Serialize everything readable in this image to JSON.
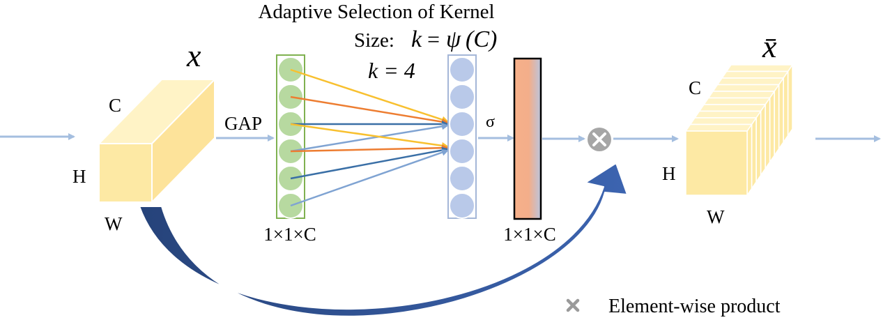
{
  "title": {
    "line1": "Adaptive Selection of Kernel",
    "size_label": "Size:",
    "formula_k": "k",
    "formula_eq": "=",
    "formula_psi": "ψ",
    "formula_arg": "(C)",
    "k_value": "k = 4"
  },
  "input_tensor": {
    "symbol": "x",
    "dim_c": "C",
    "dim_h": "H",
    "dim_w": "W"
  },
  "output_tensor": {
    "symbol": "x̄",
    "dim_c": "C",
    "dim_h": "H",
    "dim_w": "W"
  },
  "gap_label": "GAP",
  "sigma_label": "σ",
  "gap_vector": {
    "shape_label": "1×1×C",
    "circle_count": 6
  },
  "conv_output": {
    "circle_count": 6
  },
  "attention_vector": {
    "shape_label": "1×1×C"
  },
  "legend": {
    "text": "Element-wise product",
    "icon": "multiply-icon"
  },
  "colors": {
    "flow_arrow": "#a4bedf",
    "cube_face": "#fde9a4",
    "cube_light": "#fff3c6",
    "gap_circle": "#b7d9a0",
    "gap_border": "#7fb150",
    "conv_circle": "#b9c9e9",
    "conv_border": "#a4b6d7",
    "line_yellow": "#f8c02f",
    "line_orange": "#ed7d31",
    "line_blue_dark": "#3a6fa6",
    "line_blue_light": "#7fa3d2",
    "bar_top": "#f6b08a",
    "bar_bottom": "#bcc4dc",
    "skip_arrow": "#2f5597",
    "product_icon": "#a6a6a6"
  }
}
